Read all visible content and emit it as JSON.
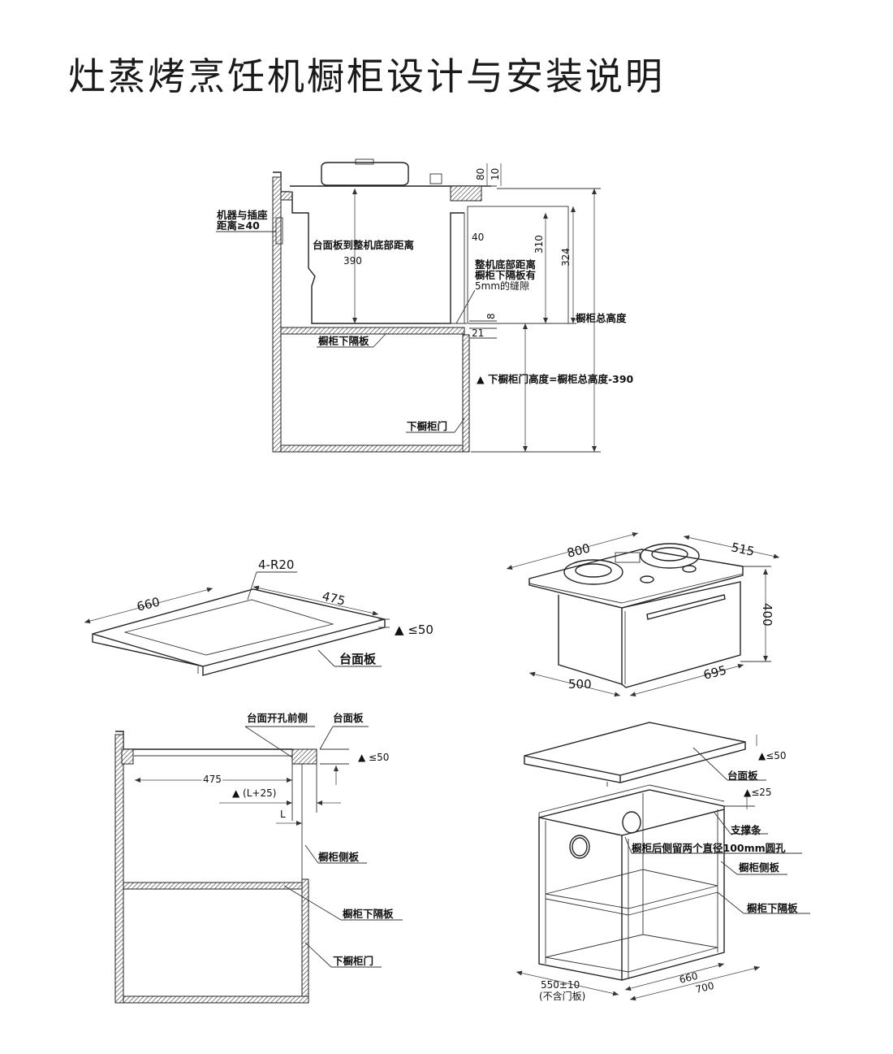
{
  "title": "灶蒸烤烹饪机橱柜设计与安装说明",
  "section1": {
    "dim_80": "80",
    "dim_10": "10",
    "plug_line1": "机器与插座",
    "plug_line2": "距离≥40",
    "countertop_to_bottom": "台面板到整机底部距离",
    "dim_390": "390",
    "dim_40": "40",
    "dim_310": "310",
    "dim_324": "324",
    "gap_line1": "整机底部距离",
    "gap_line2": "橱柜下隔板有",
    "gap_line3": "5mm的缝隙",
    "dim_8": "8",
    "dim_21": "21",
    "cabinet_total_height": "橱柜总高度",
    "lower_partition": "橱柜下隔板",
    "door_height_formula": "▲ 下橱柜门高度=橱柜总高度-390",
    "lower_door": "下橱柜门"
  },
  "section2": {
    "radius": "4-R20",
    "dim_660": "660",
    "dim_475": "475",
    "thickness": "▲ ≤50",
    "countertop": "台面板"
  },
  "section3": {
    "dim_800": "800",
    "dim_515": "515",
    "dim_400": "400",
    "dim_500": "500",
    "dim_695": "695"
  },
  "section4": {
    "front_of_cutout": "台面开孔前侧",
    "countertop": "台面板",
    "thickness": "▲ ≤50",
    "dim_475": "475",
    "l_plus": "▲ (L+25)",
    "l": "L",
    "side_panel": "橱柜侧板",
    "lower_partition": "橱柜下隔板",
    "lower_door": "下橱柜门"
  },
  "section5": {
    "thickness": "▲≤50",
    "countertop": "台面板",
    "support_thickness": "▲≤25",
    "support_strip": "支撑条",
    "back_holes": "橱柜后侧留两个直径100mm圆孔",
    "side_panel": "橱柜侧板",
    "lower_partition": "橱柜下隔板",
    "dim_550": "550±10",
    "excl_door": "(不含门板)",
    "dim_660": "660",
    "dim_700": "700"
  }
}
